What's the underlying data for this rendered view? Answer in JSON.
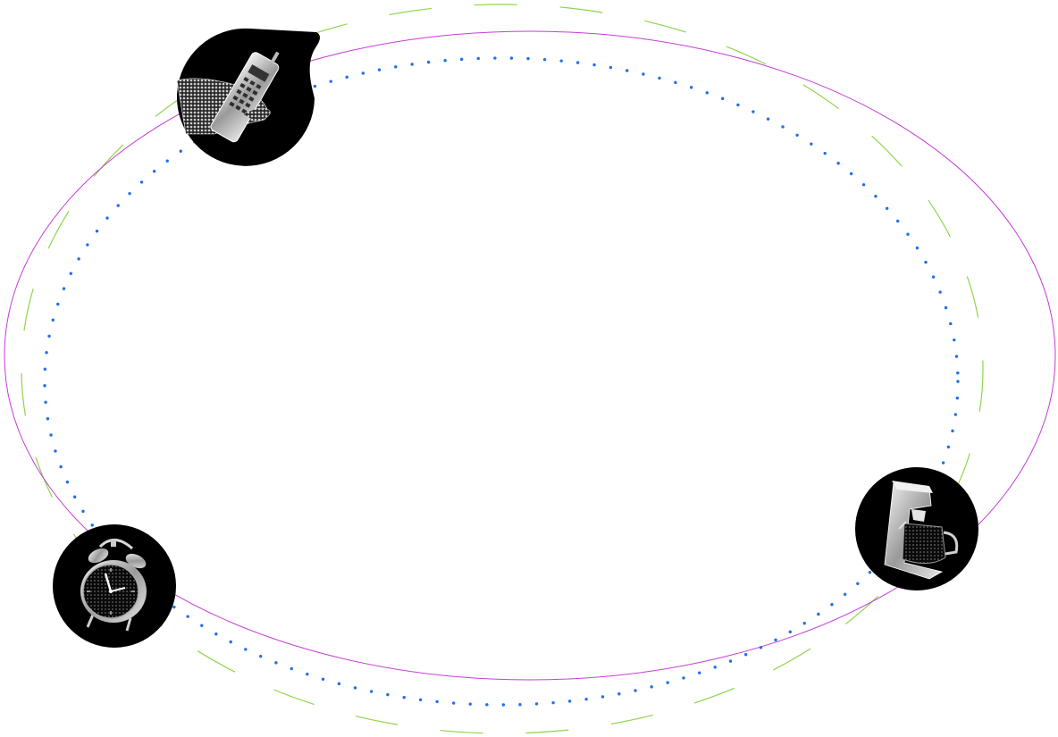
{
  "colors": {
    "background": "#ffffff",
    "dashed_orbit": "#8fd44c",
    "thin_orbit": "#c43dd6",
    "dotted_orbit": "#1f6fe6",
    "badge_fill": "#000000"
  },
  "orbits": [
    {
      "id": "dashed-orbit",
      "style": "dashed"
    },
    {
      "id": "thin-orbit",
      "style": "solid"
    },
    {
      "id": "dotted-orbit",
      "style": "dotted"
    }
  ],
  "icons": [
    {
      "id": "brick-phone",
      "name": "mobile-phone-icon",
      "badge": "teardrop"
    },
    {
      "id": "alarm-clock",
      "name": "alarm-clock-icon",
      "badge": "circle"
    },
    {
      "id": "coffee-maker",
      "name": "coffee-maker-icon",
      "badge": "circle"
    }
  ]
}
